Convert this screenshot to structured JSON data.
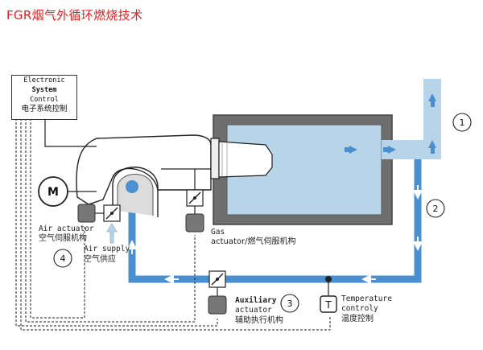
{
  "title": "FGR烟气外循环燃烧技术",
  "control_box": {
    "line1": "Electronic",
    "line2": "System",
    "line3": "Control",
    "line4": "电子系统控制"
  },
  "motor": {
    "symbol": "M"
  },
  "air_actuator": {
    "label_en": "Air actuator",
    "label_cn": "空气伺服机构"
  },
  "air_supply": {
    "label_en": "Air supply",
    "label_cn": "空气供应"
  },
  "gas_actuator": {
    "label_en": "Gas",
    "label_en2": "actuator/燃气伺服机构"
  },
  "aux_actuator": {
    "label_en": "Auxiliary",
    "label_en2": "actuator",
    "label_cn": "辅助执行机构"
  },
  "temperature": {
    "symbol": "T",
    "label_en": "Temperature",
    "label_en2": "controly",
    "label_cn": "温度控制"
  },
  "markers": [
    "1",
    "2",
    "3",
    "4"
  ],
  "colors": {
    "flue_blue": "#4a90d0",
    "chamber_light": "#b8d4e8",
    "chamber_gray": "#6e6e6e",
    "title_red": "#e02020"
  }
}
